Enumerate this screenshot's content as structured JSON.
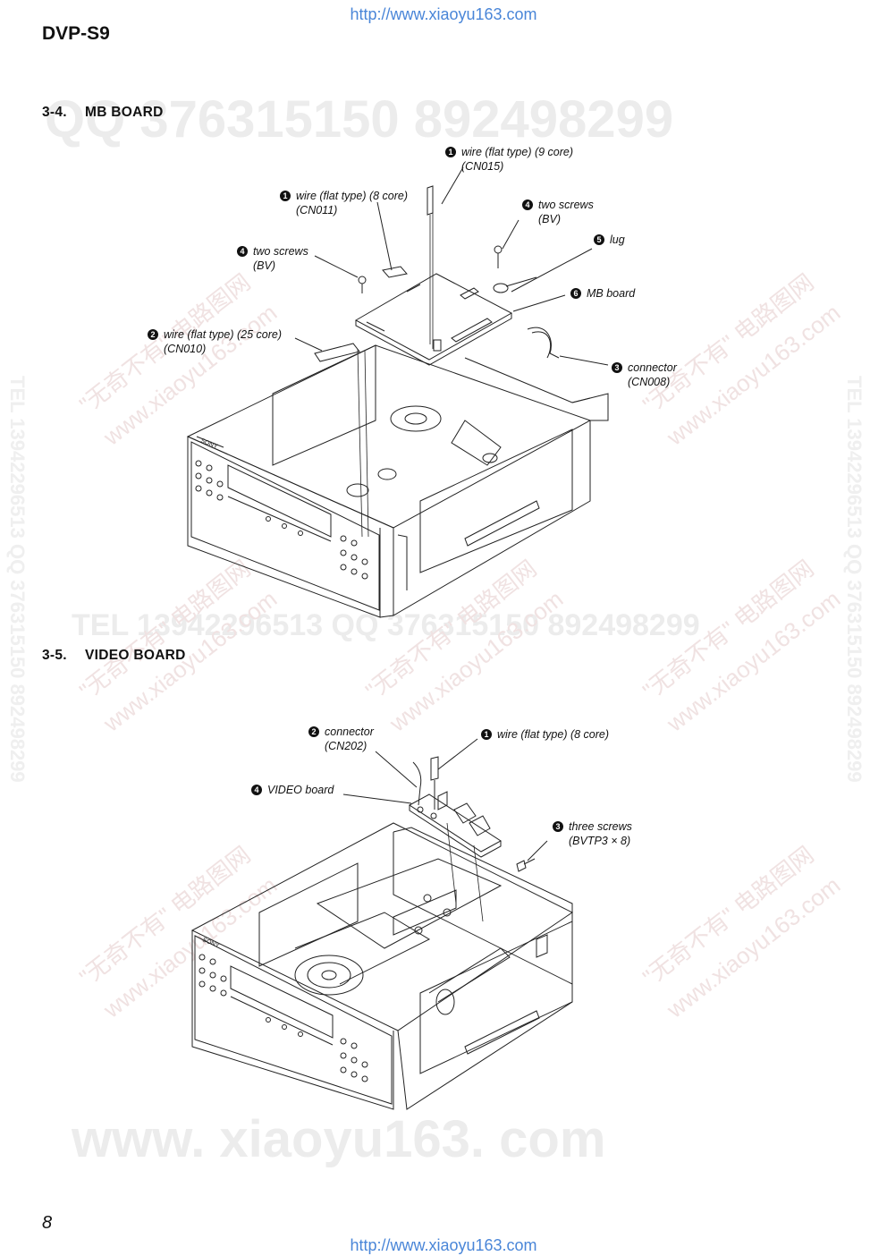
{
  "header": {
    "url": "http://www.xiaoyu163.com",
    "model": "DVP-S9"
  },
  "footer": {
    "url": "http://www.xiaoyu163.com",
    "page_number": "8"
  },
  "section_mb": {
    "number": "3-4.",
    "title": "MB  BOARD",
    "callouts": [
      {
        "badge": "1",
        "line1": "wire (flat type) (9 core)",
        "line2": "(CN015)"
      },
      {
        "badge": "1",
        "line1": "wire (flat type) (8 core)",
        "line2": "(CN011)"
      },
      {
        "badge": "4",
        "line1": "two screws",
        "line2": "(BV)"
      },
      {
        "badge": "5",
        "line1": "lug",
        "line2": ""
      },
      {
        "badge": "4",
        "line1": "two screws",
        "line2": "(BV)"
      },
      {
        "badge": "6",
        "line1": "MB board",
        "line2": ""
      },
      {
        "badge": "2",
        "line1": "wire (flat type) (25 core)",
        "line2": "(CN010)"
      },
      {
        "badge": "3",
        "line1": "connector",
        "line2": "(CN008)"
      }
    ]
  },
  "section_video": {
    "number": "3-5.",
    "title": "VIDEO  BOARD",
    "callouts": [
      {
        "badge": "2",
        "line1": "connector",
        "line2": "(CN202)"
      },
      {
        "badge": "1",
        "line1": "wire (flat type) (8 core)",
        "line2": ""
      },
      {
        "badge": "4",
        "line1": "VIDEO board",
        "line2": ""
      },
      {
        "badge": "3",
        "line1": "three screws",
        "line2": "(BVTP3 × 8)"
      }
    ]
  },
  "watermarks": {
    "qq_top": "QQ 376315150   892498299",
    "tel_mid": "TEL 13942296513      QQ 376315150  892498299",
    "bottom": "www. xiaoyu163. com",
    "side": "TEL 13942296513  QQ 376315150  892498299",
    "diag_cn": "\"无奇不有\" 电路图网",
    "diag_url": "www.xiaoyu163.com"
  }
}
